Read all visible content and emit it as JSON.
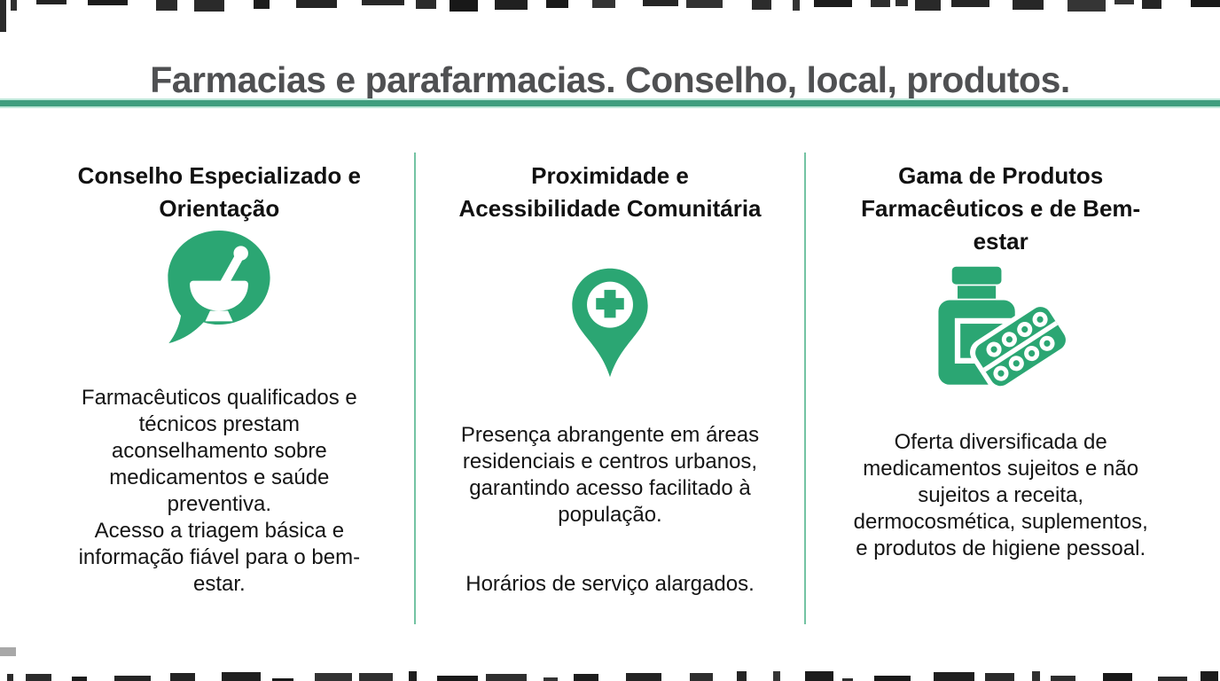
{
  "theme": {
    "accent_green": "#2ba673",
    "divider_green": "#74c3a3",
    "rule_green": "#3f9e7e",
    "rule_edge_green": "#bfe8da",
    "title_gray": "#4f5052",
    "text_black": "#151515",
    "edge_mark_dark": "#262626"
  },
  "title": "Farmacias e parafarmacias. Conselho, local, produtos.",
  "columns": [
    {
      "heading": "Conselho Especializado e\nOrientação",
      "icon": "chat-bubble-mortar-pestle",
      "paragraphs": [
        "Farmacêuticos qualificados e\ntécnicos prestam\naconselhamento sobre\nmedicamentos e saúde\npreventiva.\nAcesso a triagem básica e\ninformação fiável para o bem-\nestar."
      ]
    },
    {
      "heading": "Proximidade e\nAcessibilidade Comunitária",
      "icon": "map-pin-medical-cross",
      "paragraphs": [
        "Presença abrangente em áreas\nresidenciais e centros urbanos,\ngarantindo acesso facilitado à\npopulação.",
        "Horários de serviço alargados."
      ]
    },
    {
      "heading": "Gama de Produtos\nFarmacêuticos e de Bem-\nestar",
      "icon": "pill-bottle-blister-pack",
      "paragraphs": [
        "Oferta diversificada de\nmedicamentos sujeitos e não\nsujeitos a receita,\ndermocosmética, suplementos,\ne produtos de higiene pessoal."
      ]
    }
  ]
}
